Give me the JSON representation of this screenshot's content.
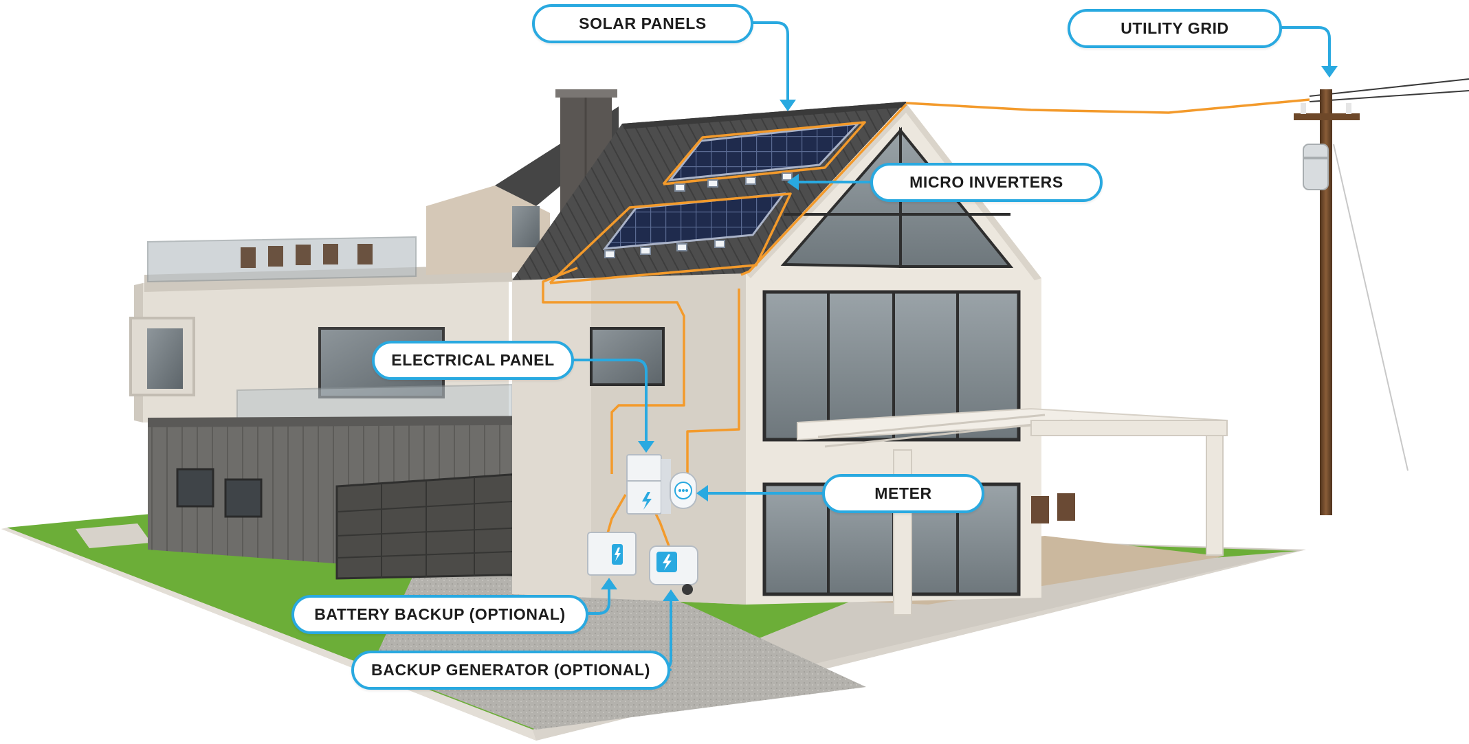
{
  "labels": {
    "solar_panels": "SOLAR PANELS",
    "utility_grid": "UTILITY GRID",
    "micro_inverters": "MICRO INVERTERS",
    "electrical_panel": "ELECTRICAL PANEL",
    "meter": "METER",
    "battery_backup": "BATTERY BACKUP (OPTIONAL)",
    "backup_generator": "BACKUP GENERATOR (OPTIONAL)"
  },
  "colors": {
    "callout_border": "#29a9e0",
    "arrow": "#29a9e0",
    "wiring": "#f39a2b",
    "lawn": "#6fb23a",
    "roof": "#4a4a4a",
    "wall": "#e9e4dc",
    "garage_cladding": "#6b6a68",
    "solar_panel": "#1e2a4a",
    "pole": "#6b4528"
  },
  "icons": {
    "battery": "battery-lightning-icon",
    "generator": "generator-lightning-icon",
    "meter": "meter-dial-icon",
    "panel": "electrical-panel-lightning-icon"
  }
}
